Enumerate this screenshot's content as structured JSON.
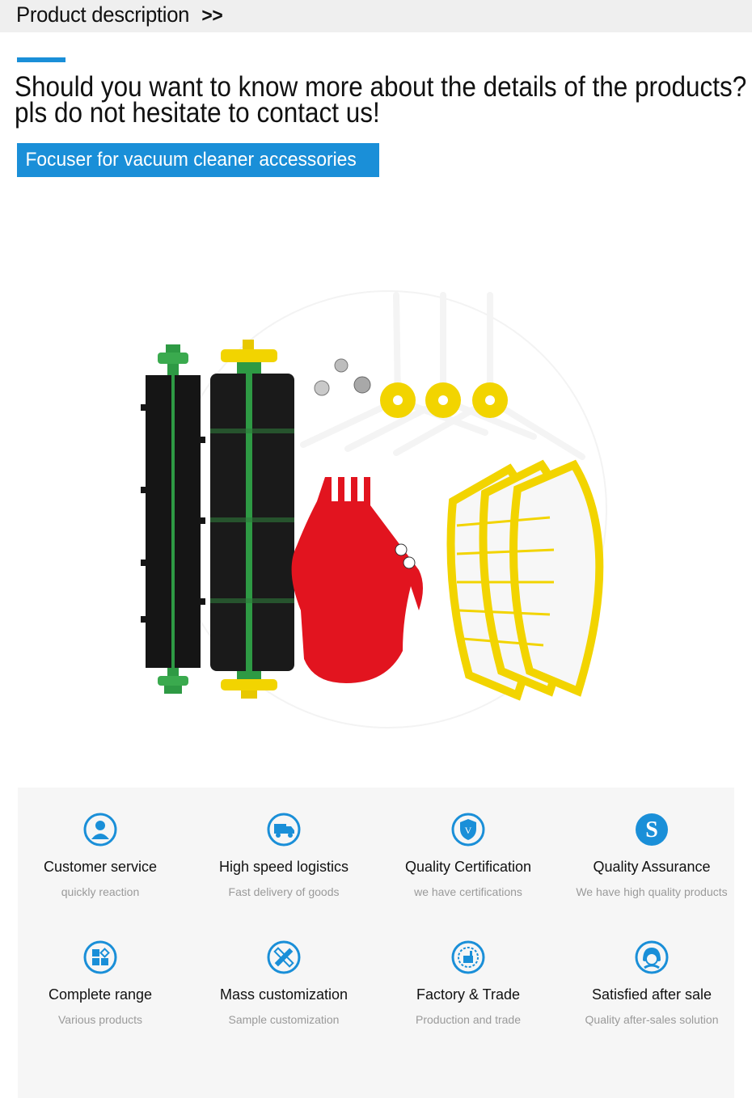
{
  "header": {
    "title": "Product description",
    "arrows": ">>"
  },
  "headline": {
    "line1": "Should you want to know more about the details of the products?",
    "line2": "pls do not hesitate to contact us!"
  },
  "banner": {
    "label": "Focuser for vacuum cleaner accessories"
  },
  "colors": {
    "accent": "#1a8fd8",
    "header_bg": "#efefef",
    "panel_bg": "#f6f6f6"
  },
  "features": [
    {
      "icon": "customer-service-icon",
      "title": "Customer service",
      "subtitle": "quickly  reaction"
    },
    {
      "icon": "truck-icon",
      "title": "High speed logistics",
      "subtitle": "Fast delivery of goods"
    },
    {
      "icon": "shield-icon",
      "title": "Quality Certification",
      "subtitle": "we have certifications"
    },
    {
      "icon": "quality-s-icon",
      "title": "Quality Assurance",
      "subtitle": "We have high quality products"
    },
    {
      "icon": "grid-icon",
      "title": "Complete range",
      "subtitle": "Various products"
    },
    {
      "icon": "pencil-ruler-icon",
      "title": "Mass customization",
      "subtitle": "Sample customization"
    },
    {
      "icon": "factory-icon",
      "title": "Factory & Trade",
      "subtitle": "Production and trade"
    },
    {
      "icon": "smiling-agent-icon",
      "title": "Satisfied after sale",
      "subtitle": "Quality after-sales solution"
    }
  ]
}
